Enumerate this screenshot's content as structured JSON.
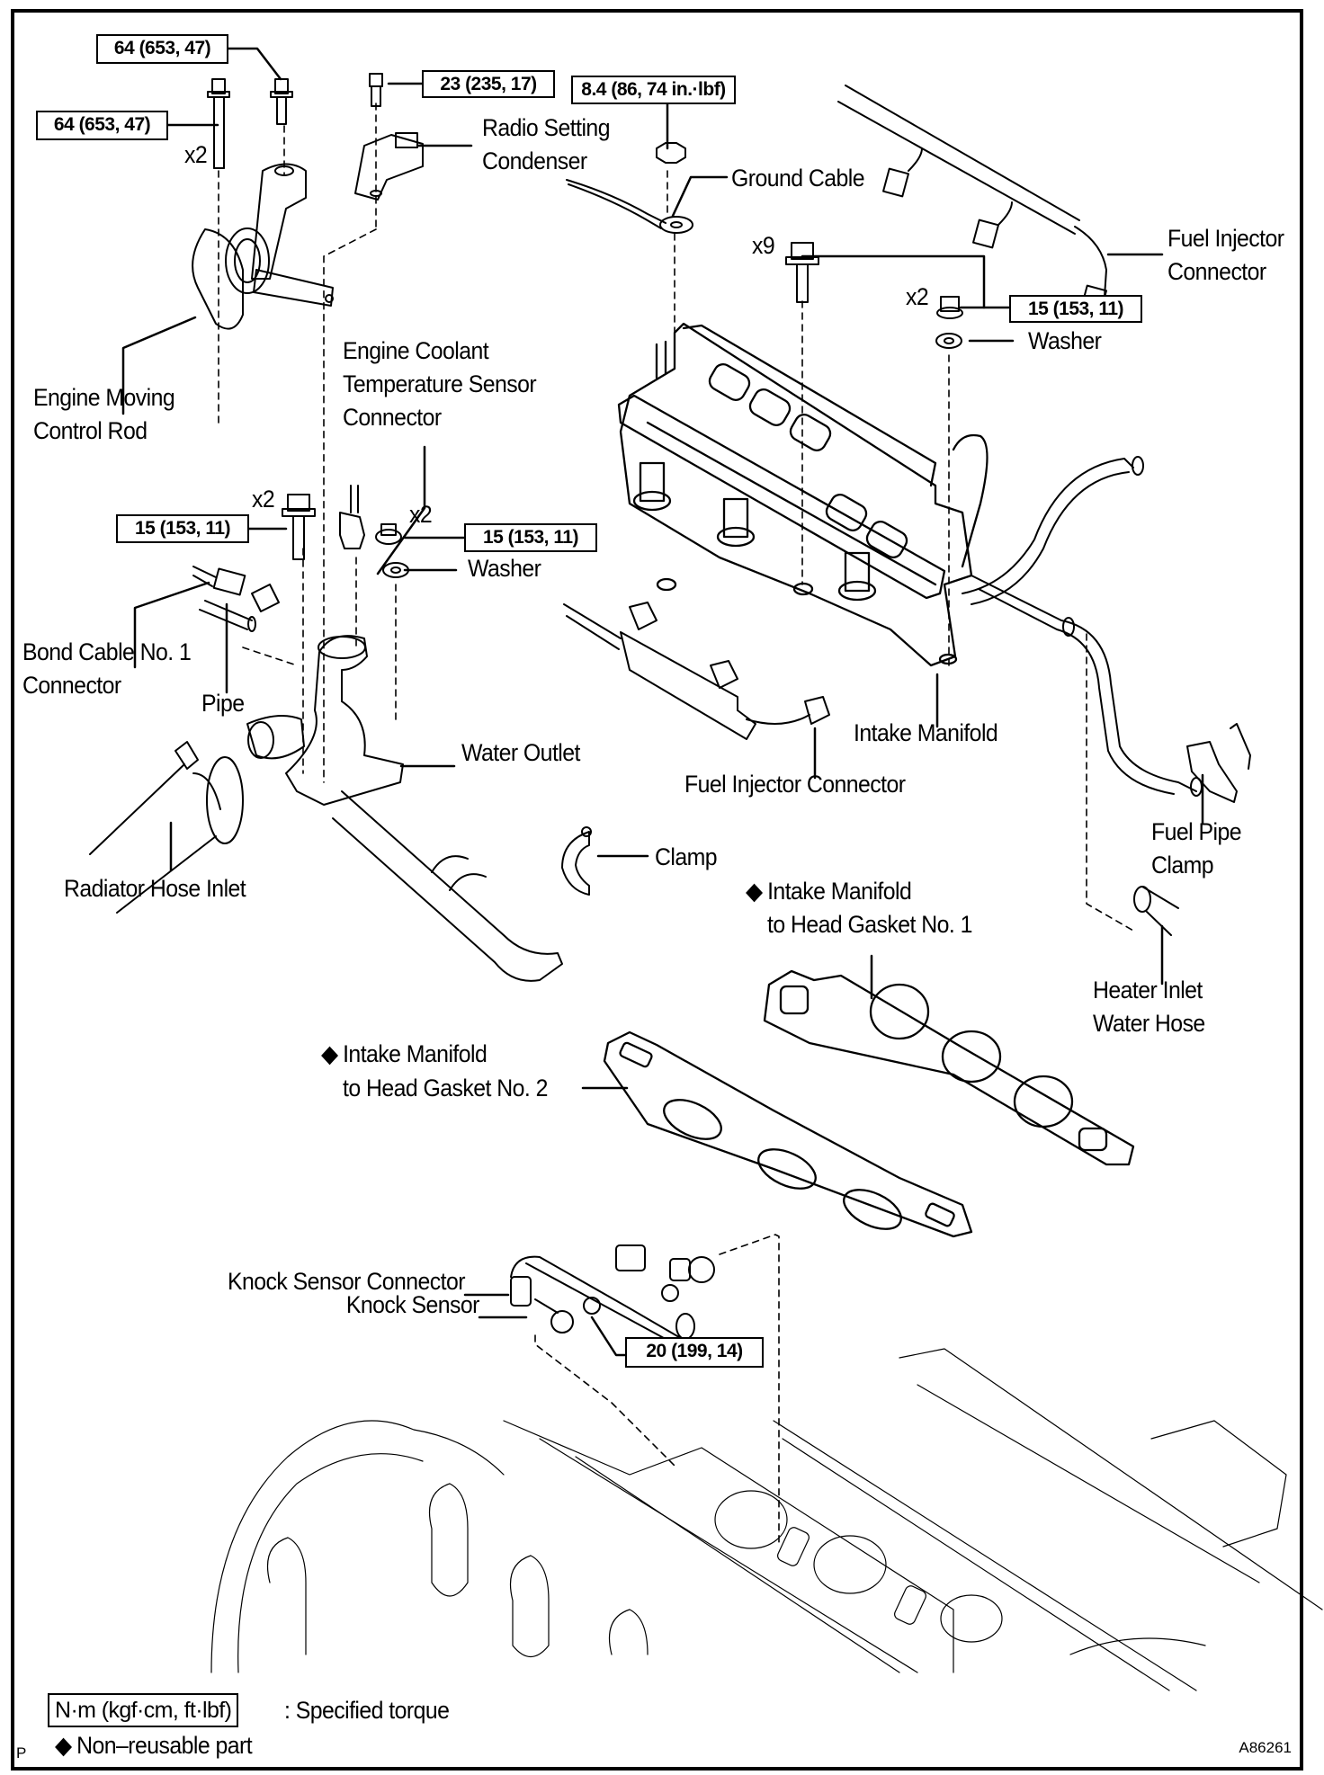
{
  "diagram": {
    "figure_id": "A86261",
    "section_letter": "P",
    "torque_specs": [
      {
        "id": "t1",
        "value": "64 (653, 47)",
        "part": "engine-moving-control-rod-bolt-upper"
      },
      {
        "id": "t2",
        "value": "64 (653, 47)",
        "part": "engine-moving-control-rod-bolt-long",
        "qty": "x2"
      },
      {
        "id": "t3",
        "value": "23 (235, 17)",
        "part": "radio-setting-condenser-bolt"
      },
      {
        "id": "t4",
        "value": "8.4 (86, 74 in.·lbf)",
        "part": "ground-cable-nut"
      },
      {
        "id": "t5",
        "value": "15 (153, 11)",
        "part": "intake-manifold-nut",
        "qty": "x2"
      },
      {
        "id": "t6",
        "value": "15 (153, 11)",
        "part": "water-outlet-bolt",
        "qty": "x2"
      },
      {
        "id": "t7",
        "value": "15 (153, 11)",
        "part": "water-outlet-nut",
        "qty": "x2"
      },
      {
        "id": "t8",
        "value": "20 (199, 14)",
        "part": "knock-sensor-nut"
      }
    ],
    "quantities": {
      "rod_bolt": "x2",
      "manifold_bolt": "x9",
      "manifold_nut": "x2",
      "outlet_bolt": "x2",
      "outlet_nut": "x2"
    },
    "labels": {
      "radio_setting_condenser": [
        "Radio Setting",
        "Condenser"
      ],
      "ground_cable": "Ground Cable",
      "fuel_injector_connector_top": [
        "Fuel Injector",
        "Connector"
      ],
      "washer_top": "Washer",
      "engine_coolant_temp": [
        "Engine Coolant",
        "Temperature Sensor",
        "Connector"
      ],
      "engine_moving_control_rod": [
        "Engine Moving",
        "Control Rod"
      ],
      "washer_mid": "Washer",
      "bond_cable": [
        "Bond Cable No. 1",
        "Connector"
      ],
      "pipe": "Pipe",
      "water_outlet": "Water Outlet",
      "radiator_hose_inlet": "Radiator Hose Inlet",
      "intake_manifold": "Intake Manifold",
      "fuel_injector_connector_mid": "Fuel Injector Connector",
      "fuel_pipe_clamp": [
        "Fuel Pipe",
        "Clamp"
      ],
      "clamp": "Clamp",
      "gasket_no1": [
        "Intake Manifold",
        "to Head Gasket No. 1"
      ],
      "heater_inlet_water_hose": [
        "Heater Inlet",
        "Water Hose"
      ],
      "gasket_no2": [
        "Intake Manifold",
        "to Head Gasket No. 2"
      ],
      "knock_sensor_connector": "Knock Sensor Connector",
      "knock_sensor": "Knock Sensor"
    },
    "non_reusable_marker": "◆",
    "legend": {
      "torque_unit_box": "N·m (kgf·cm, ft·lbf)",
      "torque_desc": ": Specified torque",
      "non_reusable_symbol": "◆",
      "non_reusable_desc": "Non–reusable part"
    }
  }
}
